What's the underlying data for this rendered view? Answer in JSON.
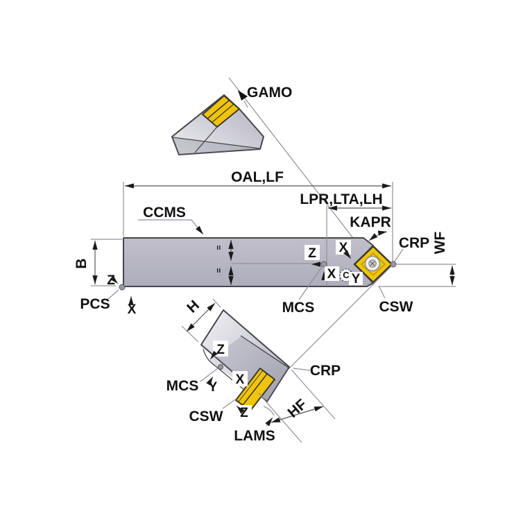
{
  "diagram": {
    "type": "tool-holder-dimension-drawing",
    "labels": {
      "gamo": "GAMO",
      "oal_lf": "OAL,LF",
      "lpr_lta_lh": "LPR,LTA,LH",
      "ccms": "CCMS",
      "kapr": "KAPR",
      "crp": "CRP",
      "wf": "WF",
      "b": "B",
      "pcs": "PCS",
      "mcs": "MCS",
      "csw": "CSW",
      "h": "H",
      "lams": "LAMS",
      "hf": "HF",
      "equal": "="
    },
    "axes": {
      "x": "X",
      "y": "Y",
      "z": "Z",
      "c": "C"
    },
    "colors": {
      "body": "#b5b4c1",
      "body_light": "#ececf1",
      "insert": "#f0c40c",
      "outline": "#45444b",
      "annotation": "#8f8f9a",
      "text": "#111111",
      "label_background": "#ffffff",
      "point_marker": "#9a9aa6"
    }
  }
}
